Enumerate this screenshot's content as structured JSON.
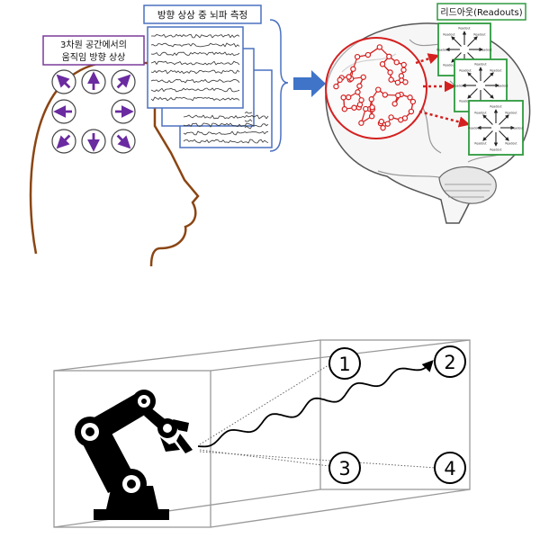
{
  "top_panel": {
    "imagery_label_line1": "3차원 공간에서의",
    "imagery_label_line2": "움직임 방향 상상",
    "eeg_label": "방향 상상 중 뇌파 측정",
    "readouts_label": "리드아웃(Readouts)",
    "readout_tile_caption": "Readout"
  },
  "bottom_panel": {
    "targets": [
      "1",
      "2",
      "3",
      "4"
    ]
  },
  "colors": {
    "imagery_arrow": "#6a2aa0",
    "imagery_border": "#7a3a9a",
    "eeg_border": "#4a70c0",
    "big_arrow": "#3f74c8",
    "network": "#d42020",
    "readout_border": "#2e9a3e",
    "head_outline": "#8b4513"
  }
}
